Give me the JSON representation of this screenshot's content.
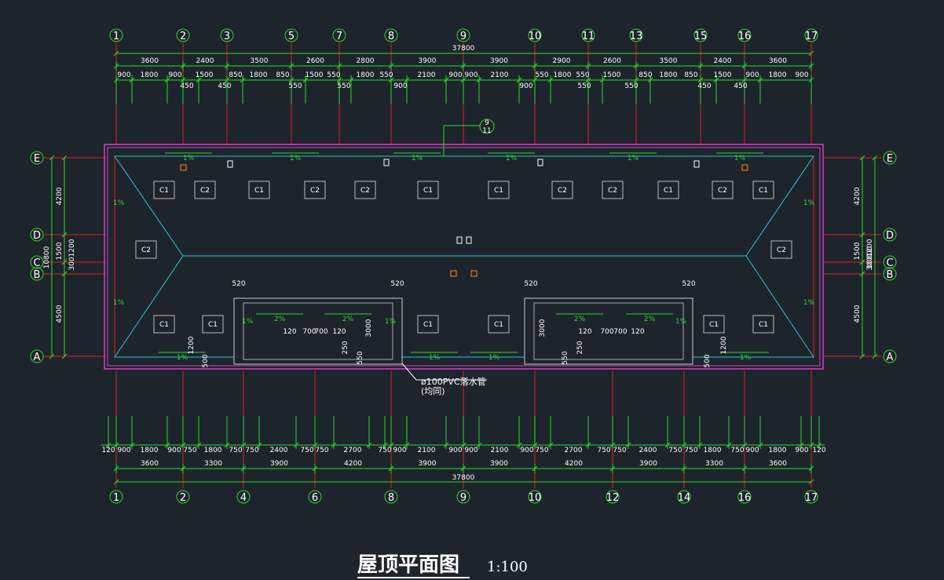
{
  "title": "屋顶平面图",
  "scale": "1:100",
  "colors": {
    "background": "#1e242b",
    "dimension": "#2bd92b",
    "grid": "#e02020",
    "roof_edge": "#d040d0",
    "ridge": "#20c8d8",
    "text": "#ffffff",
    "accent": "#ff8c00"
  },
  "top_axes": [
    "1",
    "2",
    "3",
    "5",
    "7",
    "8",
    "9",
    "10",
    "11",
    "13",
    "15",
    "16",
    "17"
  ],
  "bottom_axes": [
    "1",
    "2",
    "4",
    "6",
    "8",
    "9",
    "10",
    "12",
    "14",
    "16",
    "17"
  ],
  "side_axes": [
    "E",
    "D",
    "C",
    "B",
    "A"
  ],
  "top_total": "37800",
  "top_row1": [
    "3600",
    "2400",
    "3500",
    "2600",
    "2800",
    "3900",
    "3900",
    "2900",
    "2600",
    "3500",
    "2400",
    "3600"
  ],
  "top_row2": [
    "900",
    "1800",
    "900",
    "1500",
    "850",
    "1800",
    "850",
    "1500",
    "550",
    "1800",
    "550",
    "2100",
    "900",
    "900",
    "2100",
    "550",
    "1800",
    "550",
    "1500",
    "850",
    "1800",
    "850",
    "1500",
    "900",
    "1800",
    "900"
  ],
  "top_row3": [
    "450",
    "450",
    "550",
    "550",
    "900",
    "900",
    "550",
    "550",
    "450",
    "450"
  ],
  "bottom_row1": [
    "120",
    "900",
    "1800",
    "900",
    "750",
    "1800",
    "750",
    "750",
    "2400",
    "750",
    "750",
    "2700",
    "750",
    "900",
    "2100",
    "900",
    "900",
    "2100",
    "900",
    "750",
    "2700",
    "750",
    "750",
    "2400",
    "750",
    "750",
    "1800",
    "750",
    "900",
    "1800",
    "900",
    "120"
  ],
  "bottom_row2": [
    "3600",
    "3300",
    "3900",
    "4200",
    "3900",
    "3900",
    "4200",
    "3900",
    "3300",
    "3600"
  ],
  "bottom_total": "37800",
  "left_dims": [
    "4200",
    "1200",
    "1500",
    "300",
    "10800",
    "4500"
  ],
  "right_dims": [
    "4200",
    "1200",
    "1500",
    "300",
    "10800",
    "4500"
  ],
  "callout": "9",
  "callout_sub": "11",
  "slope_labels": [
    "1%",
    "1%",
    "1%",
    "1%",
    "1%",
    "1%",
    "1%",
    "1%",
    "1%",
    "1%",
    "1%",
    "1%",
    "1%",
    "1%",
    "1%",
    "1%",
    "1%",
    "2%",
    "2%",
    "2%",
    "2%"
  ],
  "openings_top": [
    "C1",
    "C2",
    "C1",
    "C2",
    "C2",
    "C1",
    "C1",
    "C2",
    "C2",
    "C1",
    "C2",
    "C1"
  ],
  "openings_side": [
    "C2",
    "C2"
  ],
  "openings_bottom": [
    "C1",
    "C1",
    "C1",
    "C1",
    "C1",
    "C1"
  ],
  "local_dims": [
    "520",
    "520",
    "520",
    "520",
    "3000",
    "3000",
    "120",
    "700",
    "700",
    "120",
    "120",
    "700",
    "700",
    "120",
    "1200",
    "1200",
    "500",
    "500",
    "250",
    "250",
    "550",
    "550"
  ],
  "drain_note": "ø100PVC落水管",
  "drain_note2": "(均同)"
}
